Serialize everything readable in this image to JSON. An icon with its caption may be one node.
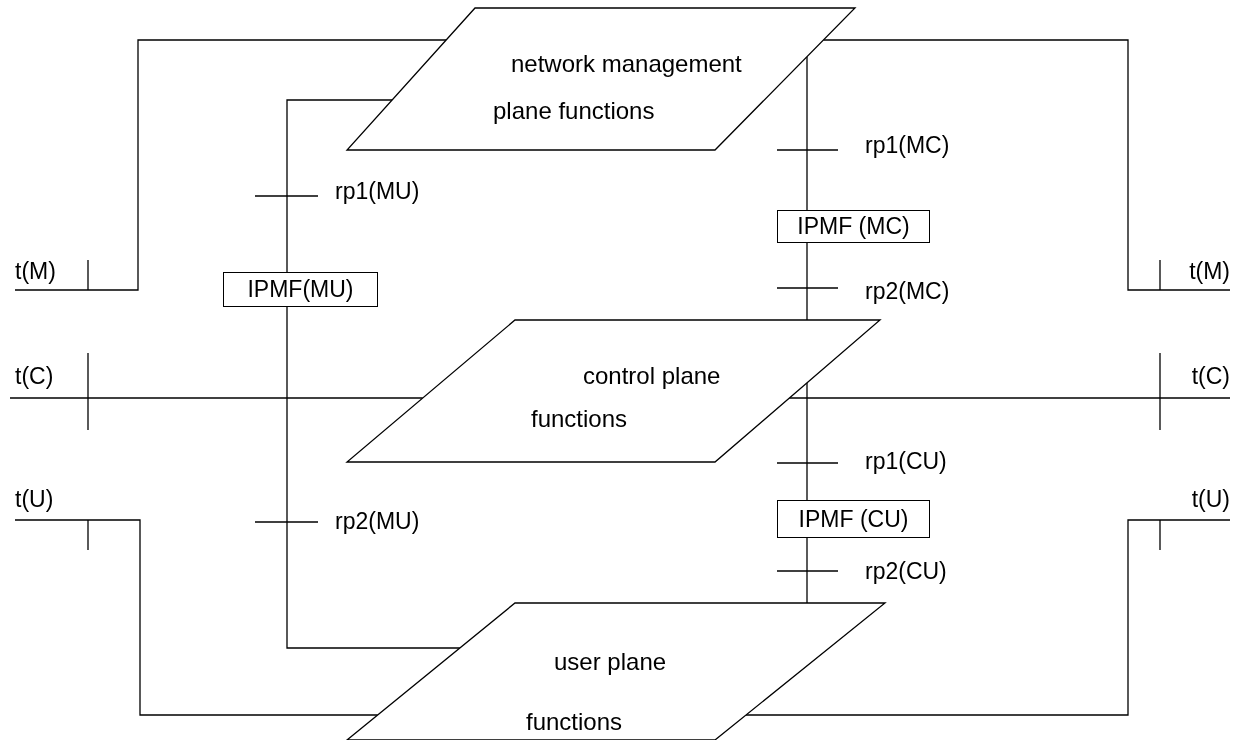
{
  "diagram": {
    "nodes": [
      {
        "text": [
          "network management plane functions"
        ]
      },
      {
        "text": [
          "control plane functions"
        ]
      },
      {
        "text": [
          "user plane functions"
        ]
      },
      {
        "text": [
          "IPMF(MU)"
        ]
      },
      {
        "text": [
          "IPMF (MC)"
        ]
      },
      {
        "text": [
          "IPMF (CU)"
        ]
      },
      {
        "text": [
          "t(M)"
        ]
      },
      {
        "text": [
          "t(M)"
        ]
      },
      {
        "text": [
          "t(C)"
        ]
      },
      {
        "text": [
          "t(C)"
        ]
      },
      {
        "text": [
          "t(U)"
        ]
      },
      {
        "text": [
          "t(U)"
        ]
      }
    ],
    "edges": [
      {
        "from": 6,
        "to": 0,
        "arrow": "none"
      },
      {
        "from": 0,
        "to": 7,
        "arrow": "none"
      },
      {
        "from": 8,
        "to": 1,
        "arrow": "none"
      },
      {
        "from": 1,
        "to": 9,
        "arrow": "none"
      },
      {
        "from": 10,
        "to": 2,
        "arrow": "none"
      },
      {
        "from": 2,
        "to": 11,
        "arrow": "none"
      },
      {
        "from": 0,
        "to": 3,
        "arrow": "none"
      },
      {
        "from": 3,
        "to": 2,
        "arrow": "none"
      },
      {
        "from": 0,
        "to": 4,
        "arrow": "none"
      },
      {
        "from": 4,
        "to": 1,
        "arrow": "none"
      },
      {
        "from": 1,
        "to": 5,
        "arrow": "none"
      },
      {
        "from": 5,
        "to": 2,
        "arrow": "none"
      }
    ],
    "labels": [
      "rp1(MC)",
      "rp1(MU)",
      "rp2(MC)",
      "rp1(CU)",
      "rp2(MU)",
      "rp2(CU)"
    ]
  }
}
